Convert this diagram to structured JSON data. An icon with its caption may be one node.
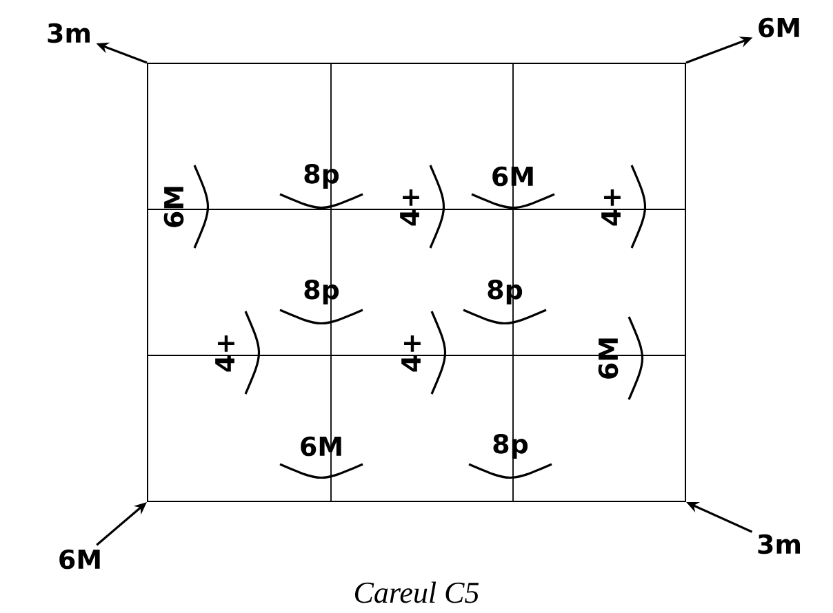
{
  "diagram": {
    "caption": "Careul C5",
    "nodes": [
      {
        "text": [
          "3m"
        ]
      },
      {
        "text": [
          "6M"
        ]
      },
      {
        "text": [],
        "shape": "box"
      },
      {
        "text": [
          "6M"
        ]
      },
      {
        "text": [
          "3m"
        ]
      }
    ],
    "edges": [
      {
        "from": 2,
        "to": 0,
        "arrow": "to"
      },
      {
        "from": 2,
        "to": 1,
        "arrow": "to"
      },
      {
        "from": 3,
        "to": 2,
        "arrow": "to"
      },
      {
        "from": 4,
        "to": 2,
        "arrow": "to"
      }
    ],
    "labels": [
      "8p",
      "6M",
      "6M",
      "4+",
      "4+",
      "8p",
      "8p",
      "4+",
      "4+",
      "6M",
      "6M",
      "8p"
    ]
  }
}
